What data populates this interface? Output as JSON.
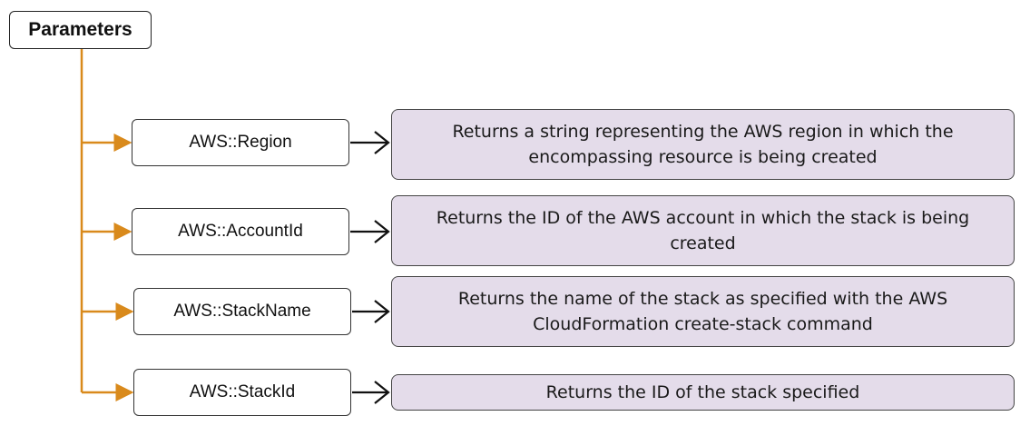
{
  "root": {
    "label": "Parameters"
  },
  "colors": {
    "connector": "#d98a1c",
    "description_fill": "#e4dcea",
    "arrow": "#111111"
  },
  "items": [
    {
      "name": "AWS::Region",
      "description": "Returns a string representing the AWS region in which the encompassing resource is being created"
    },
    {
      "name": "AWS::AccountId",
      "description": "Returns the ID of the AWS account in which the stack is being created"
    },
    {
      "name": "AWS::StackName",
      "description": "Returns the name of the stack as specified with the AWS CloudFormation create-stack command"
    },
    {
      "name": "AWS::StackId",
      "description": "Returns the ID of the stack specified"
    }
  ]
}
